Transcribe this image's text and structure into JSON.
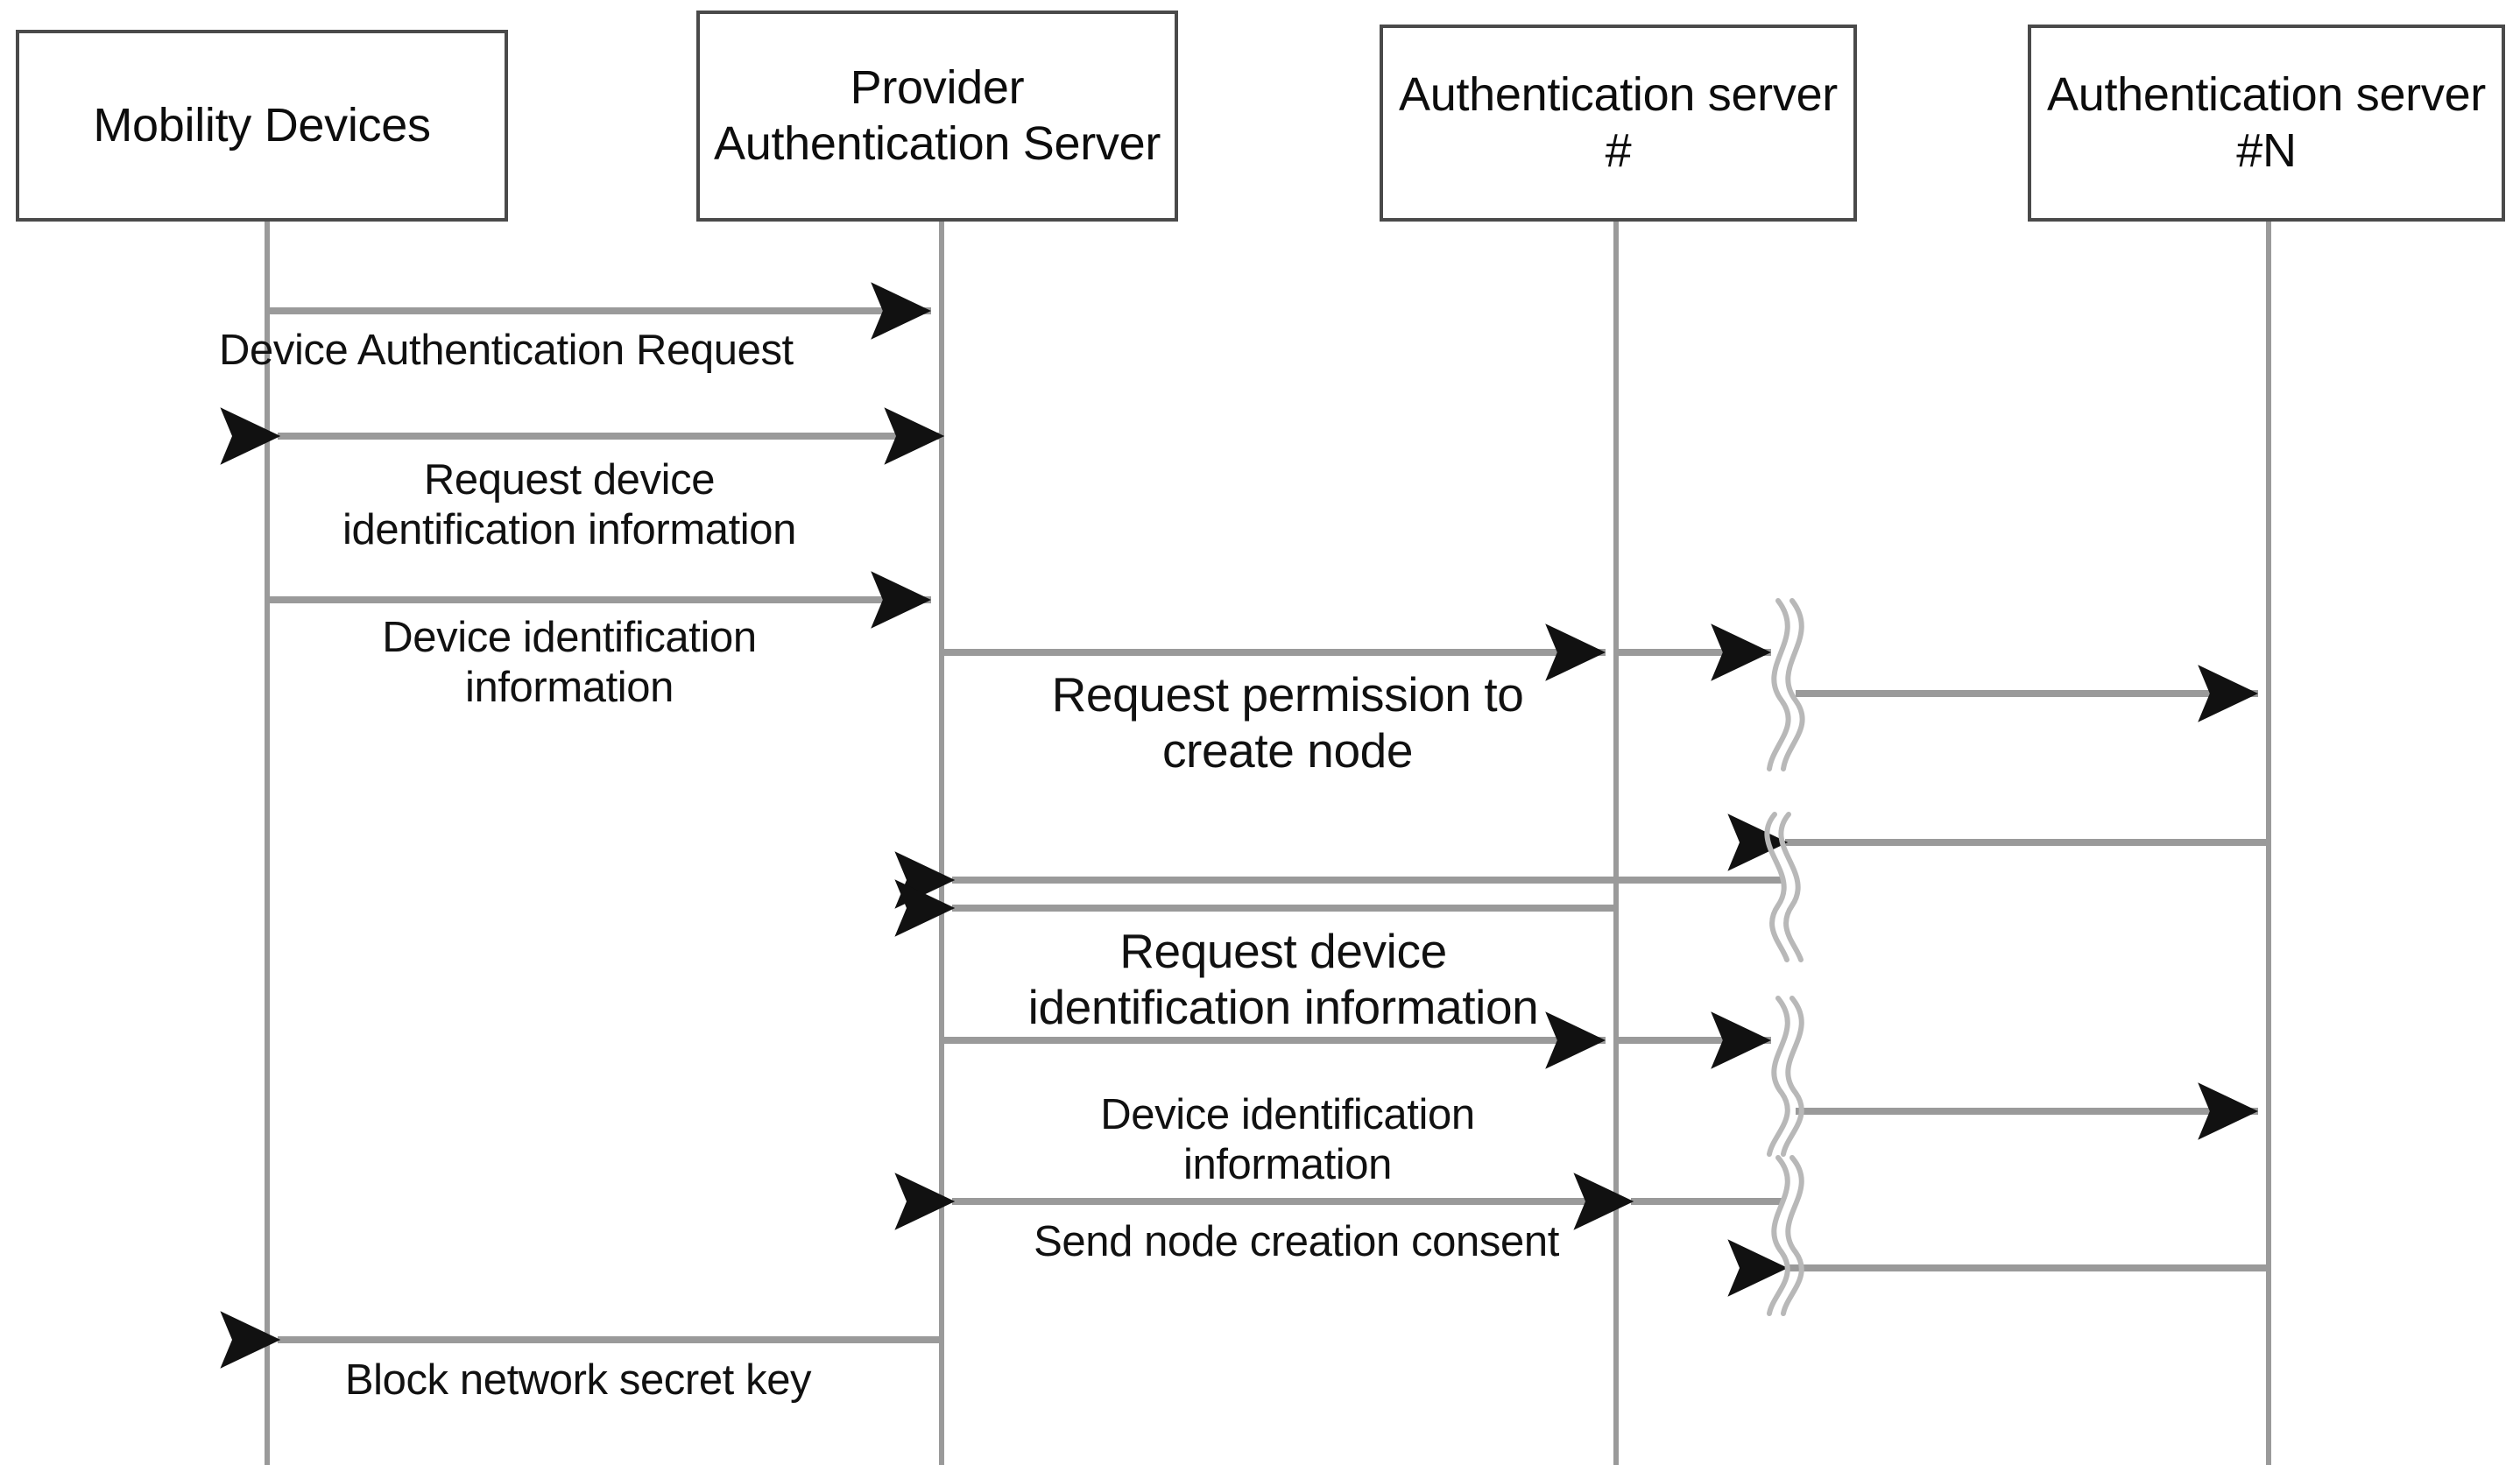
{
  "diagram": {
    "title": "Device authentication sequence diagram",
    "type": "sequence-diagram",
    "colors": {
      "box_border": "#4a4a4a",
      "lifeline": "#9a9a9a",
      "arrow_line": "#9a9a9a",
      "arrow_head": "#111111",
      "text": "#111111",
      "background": "#ffffff"
    },
    "participants": [
      {
        "id": "mobility-devices",
        "label": "Mobility Devices",
        "lines": [
          "Mobility Devices"
        ]
      },
      {
        "id": "provider-auth-server",
        "label": "Provider Authentication Server",
        "lines": [
          "Provider",
          "Authentication",
          "Server"
        ]
      },
      {
        "id": "auth-server-hash",
        "label": "Authentication server #",
        "lines": [
          "Authentication",
          "server #"
        ]
      },
      {
        "id": "auth-server-n",
        "label": "Authentication server #N",
        "lines": [
          "Authentication",
          "server #N"
        ]
      }
    ],
    "messages": [
      {
        "id": "m1",
        "label": "Device Authentication Request",
        "from": "mobility-devices",
        "to": "provider-auth-server",
        "direction": "right"
      },
      {
        "id": "m2",
        "label": "Request device\nidentification information",
        "from": "provider-auth-server",
        "to": "mobility-devices",
        "direction": "left"
      },
      {
        "id": "m3",
        "label": "Device identification\ninformation",
        "from": "mobility-devices",
        "to": "provider-auth-server",
        "direction": "right"
      },
      {
        "id": "m4",
        "label": "Request permission to\ncreate node",
        "from": "provider-auth-server",
        "to": "auth-server-hash",
        "direction": "right"
      },
      {
        "id": "m5",
        "label": "",
        "from": "auth-server-hash",
        "to": "auth-server-n",
        "direction": "right"
      },
      {
        "id": "m6",
        "label": "",
        "from": "auth-server-n",
        "to": "auth-server-hash",
        "direction": "left"
      },
      {
        "id": "m7",
        "label": "",
        "from": "auth-server-hash",
        "to": "provider-auth-server",
        "direction": "left"
      },
      {
        "id": "m8",
        "label": "Request device\nidentification information",
        "from": "auth-server-hash",
        "to": "provider-auth-server",
        "direction": "left"
      },
      {
        "id": "m9",
        "label": "Device identification\ninformation",
        "from": "provider-auth-server",
        "to": "auth-server-hash",
        "direction": "right"
      },
      {
        "id": "m10",
        "label": "",
        "from": "auth-server-hash",
        "to": "auth-server-n",
        "direction": "right"
      },
      {
        "id": "m11",
        "label": "Send node creation consent",
        "from": "auth-server-hash",
        "to": "provider-auth-server",
        "direction": "left"
      },
      {
        "id": "m12",
        "label": "",
        "from": "auth-server-n",
        "to": "auth-server-hash",
        "direction": "left"
      },
      {
        "id": "m13",
        "label": "Block network secret key",
        "from": "provider-auth-server",
        "to": "mobility-devices",
        "direction": "left"
      }
    ],
    "break_symbols": {
      "name": "lifeline-break-squiggle",
      "count": 4
    }
  }
}
